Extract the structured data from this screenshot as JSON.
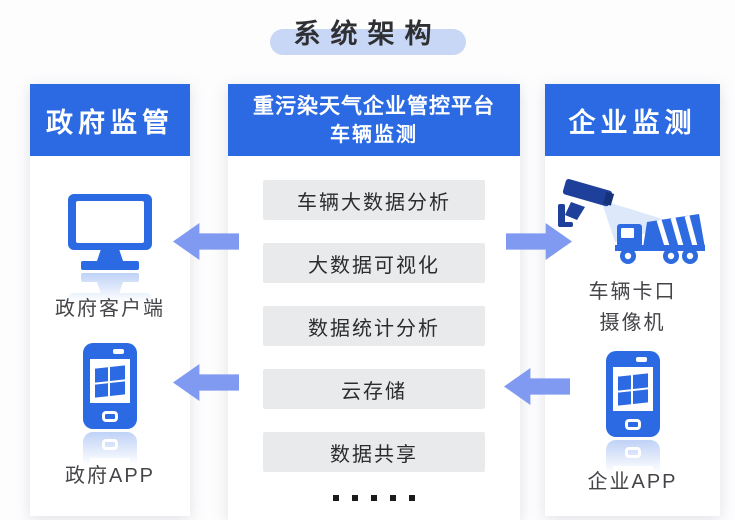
{
  "title": "系统架构",
  "colors": {
    "primary_blue": "#2b6ae3",
    "camera_dark_blue": "#1e3f9a",
    "arrow_blue": "#7f9af0",
    "title_pill_blue": "#c8d7f5",
    "module_box_gray": "#e9eaec"
  },
  "left_panel": {
    "header": "政府监管",
    "items": [
      {
        "icon": "desktop-computer-icon",
        "label": "政府客户端"
      },
      {
        "icon": "smartphone-icon",
        "label": "政府APP"
      }
    ]
  },
  "center_panel": {
    "header_line1": "重污染天气企业管控平台",
    "header_line2": "车辆监测",
    "modules": [
      "车辆大数据分析",
      "大数据可视化",
      "数据统计分析",
      "云存储",
      "数据共享"
    ],
    "ellipsis_dot_count": 5
  },
  "right_panel": {
    "header": "企业监测",
    "items": [
      {
        "icon": "cctv-camera-truck-icon",
        "label_line1": "车辆卡口",
        "label_line2": "摄像机"
      },
      {
        "icon": "smartphone-icon",
        "label": "企业APP"
      }
    ]
  },
  "arrows": [
    {
      "name": "platform-to-government-client",
      "direction": "left"
    },
    {
      "name": "platform-to-government-app",
      "direction": "left"
    },
    {
      "name": "platform-to-camera",
      "direction": "right"
    },
    {
      "name": "enterprise-app-to-platform",
      "direction": "left"
    }
  ]
}
